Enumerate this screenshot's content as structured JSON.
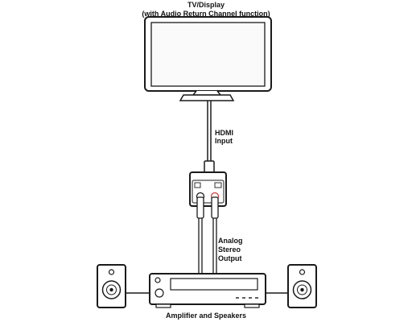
{
  "labels": {
    "tv_title": "TV/Display",
    "tv_subtitle": "(with Audio Return Channel  function)",
    "hdmi_line1": "HDMI",
    "hdmi_line2": "Input",
    "analog_line1": "Analog",
    "analog_line2": "Stereo",
    "analog_line3": "Output",
    "amp_label": "Amplifier and Speakers"
  },
  "devices": {
    "tv": "tv-display",
    "extractor": "audio-extractor",
    "amplifier": "amplifier",
    "speakers": [
      "speaker-left",
      "speaker-right"
    ]
  },
  "colors": {
    "line": "#1a1a1a",
    "fill": "#ffffff",
    "screen": "#fafafa",
    "rca_red": "#d23a3a"
  }
}
